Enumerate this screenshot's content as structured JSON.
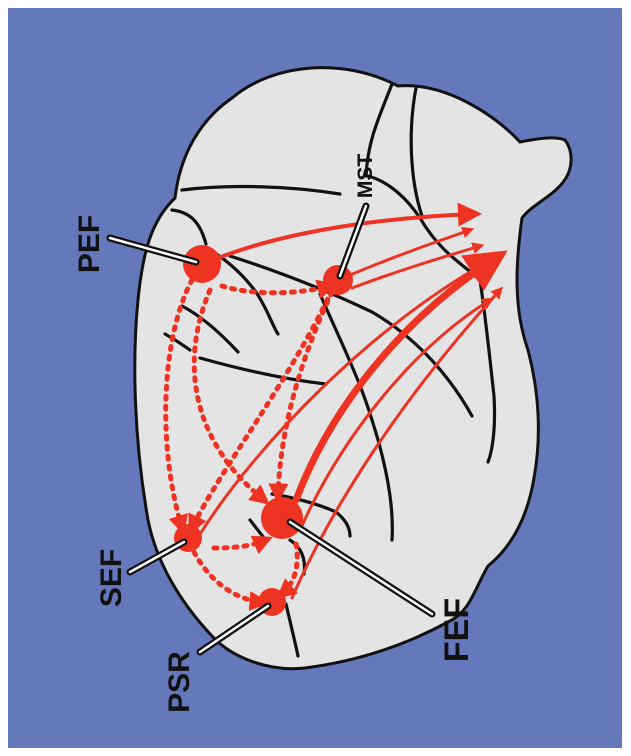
{
  "labels": {
    "pef": "PEF",
    "mst": "MST",
    "sef": "SEF",
    "psr": "PSR",
    "fef": "FEF"
  },
  "colors": {
    "background": "#6478bb",
    "frame": "#ffffff",
    "brain_fill": "#e4e4e4",
    "sulcus": "#111111",
    "pathway": "#ee3322",
    "label_text": "#111111"
  }
}
